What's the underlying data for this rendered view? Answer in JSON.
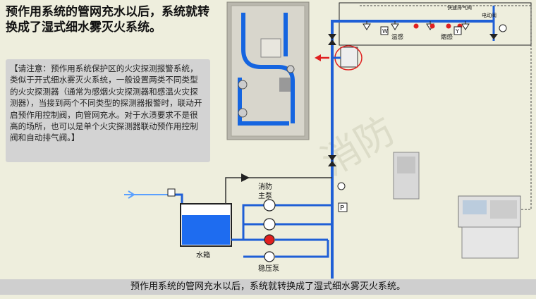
{
  "headline": "预作用系统的管网充水以后，系统就转换成了湿式细水雾灭火系统。",
  "note": "【请注意：预作用系统保护区的火灾探测报警系统，类似于开式细水雾灭火系统，一般设置两类不同类型的火灾探测器（通常为感烟火灾探测器和感温火灾探测器），当接到两个不同类型的探测器报警时，联动开启预作用控制阀，向管网充水。对于水渍要求不是很高的场所，也可以是单个火灾探测器联动预作用控制阀和自动排气阀。】",
  "labels": {
    "fast_vent_valve": "快速排气阀",
    "solenoid_valve": "电动阀",
    "heat_detector": "温感",
    "smoke_detector": "烟感",
    "detector_w": "W",
    "detector_y": "Y",
    "pressure_switch": "P",
    "fire_main_pump_line1": "消防",
    "fire_main_pump_line2": "主泵",
    "water_tank": "水箱",
    "jockey_pump": "稳压泵",
    "watermark": "消防"
  },
  "caption": "预作用系统的管网充水以后，系统就转换成了湿式细水雾灭火系统。",
  "colors": {
    "pipe_blue": "#1f5fd6",
    "water_blue": "#1e6cf0",
    "alarm_red": "#e02020",
    "background": "#eeeedd"
  }
}
